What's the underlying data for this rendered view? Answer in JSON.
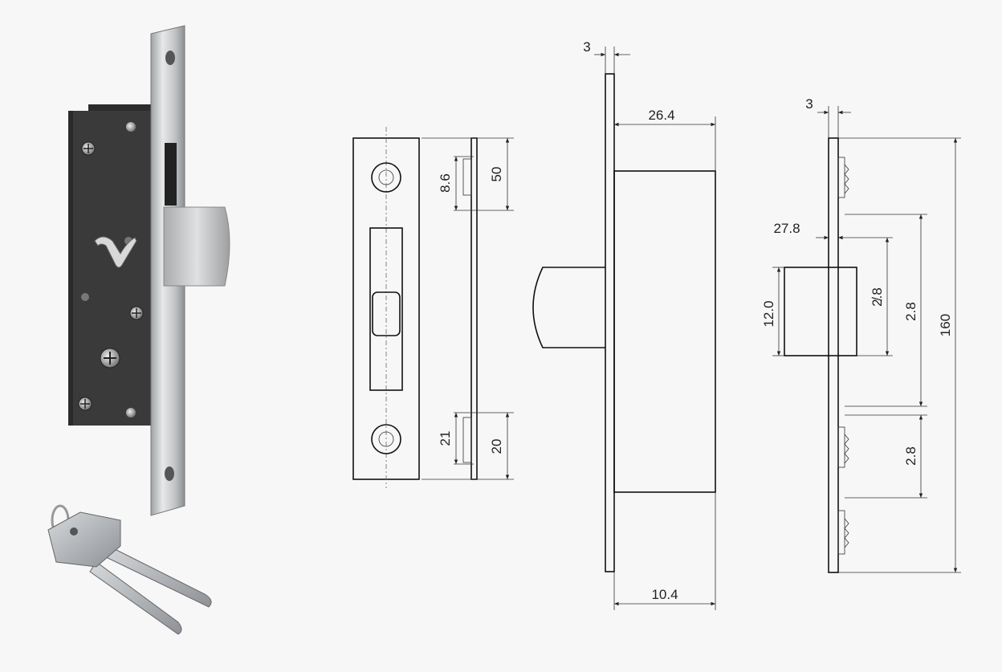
{
  "photo": {
    "lock_body_color": "#3a3a3a",
    "faceplate_color": "#c9cbcc",
    "bolt_color": "#bdbfc0",
    "key_color": "#b8bcc0"
  },
  "front_view": {
    "dims": {
      "top_hole_offset": "8.6",
      "top_height": "50",
      "bottom_hole_offset": "21",
      "bottom_height": "20"
    }
  },
  "side_view": {
    "dims": {
      "plate_thickness": "3",
      "body_depth": "26.4",
      "bolt_projection": "10.4"
    }
  },
  "back_view": {
    "dims": {
      "plate_thickness": "3",
      "backset": "27.8",
      "bolt_height": "12.0",
      "inner_pitch": "2̸.8",
      "pitch_upper": "2.8",
      "pitch_lower": "2.8",
      "overall_height": "160"
    }
  }
}
